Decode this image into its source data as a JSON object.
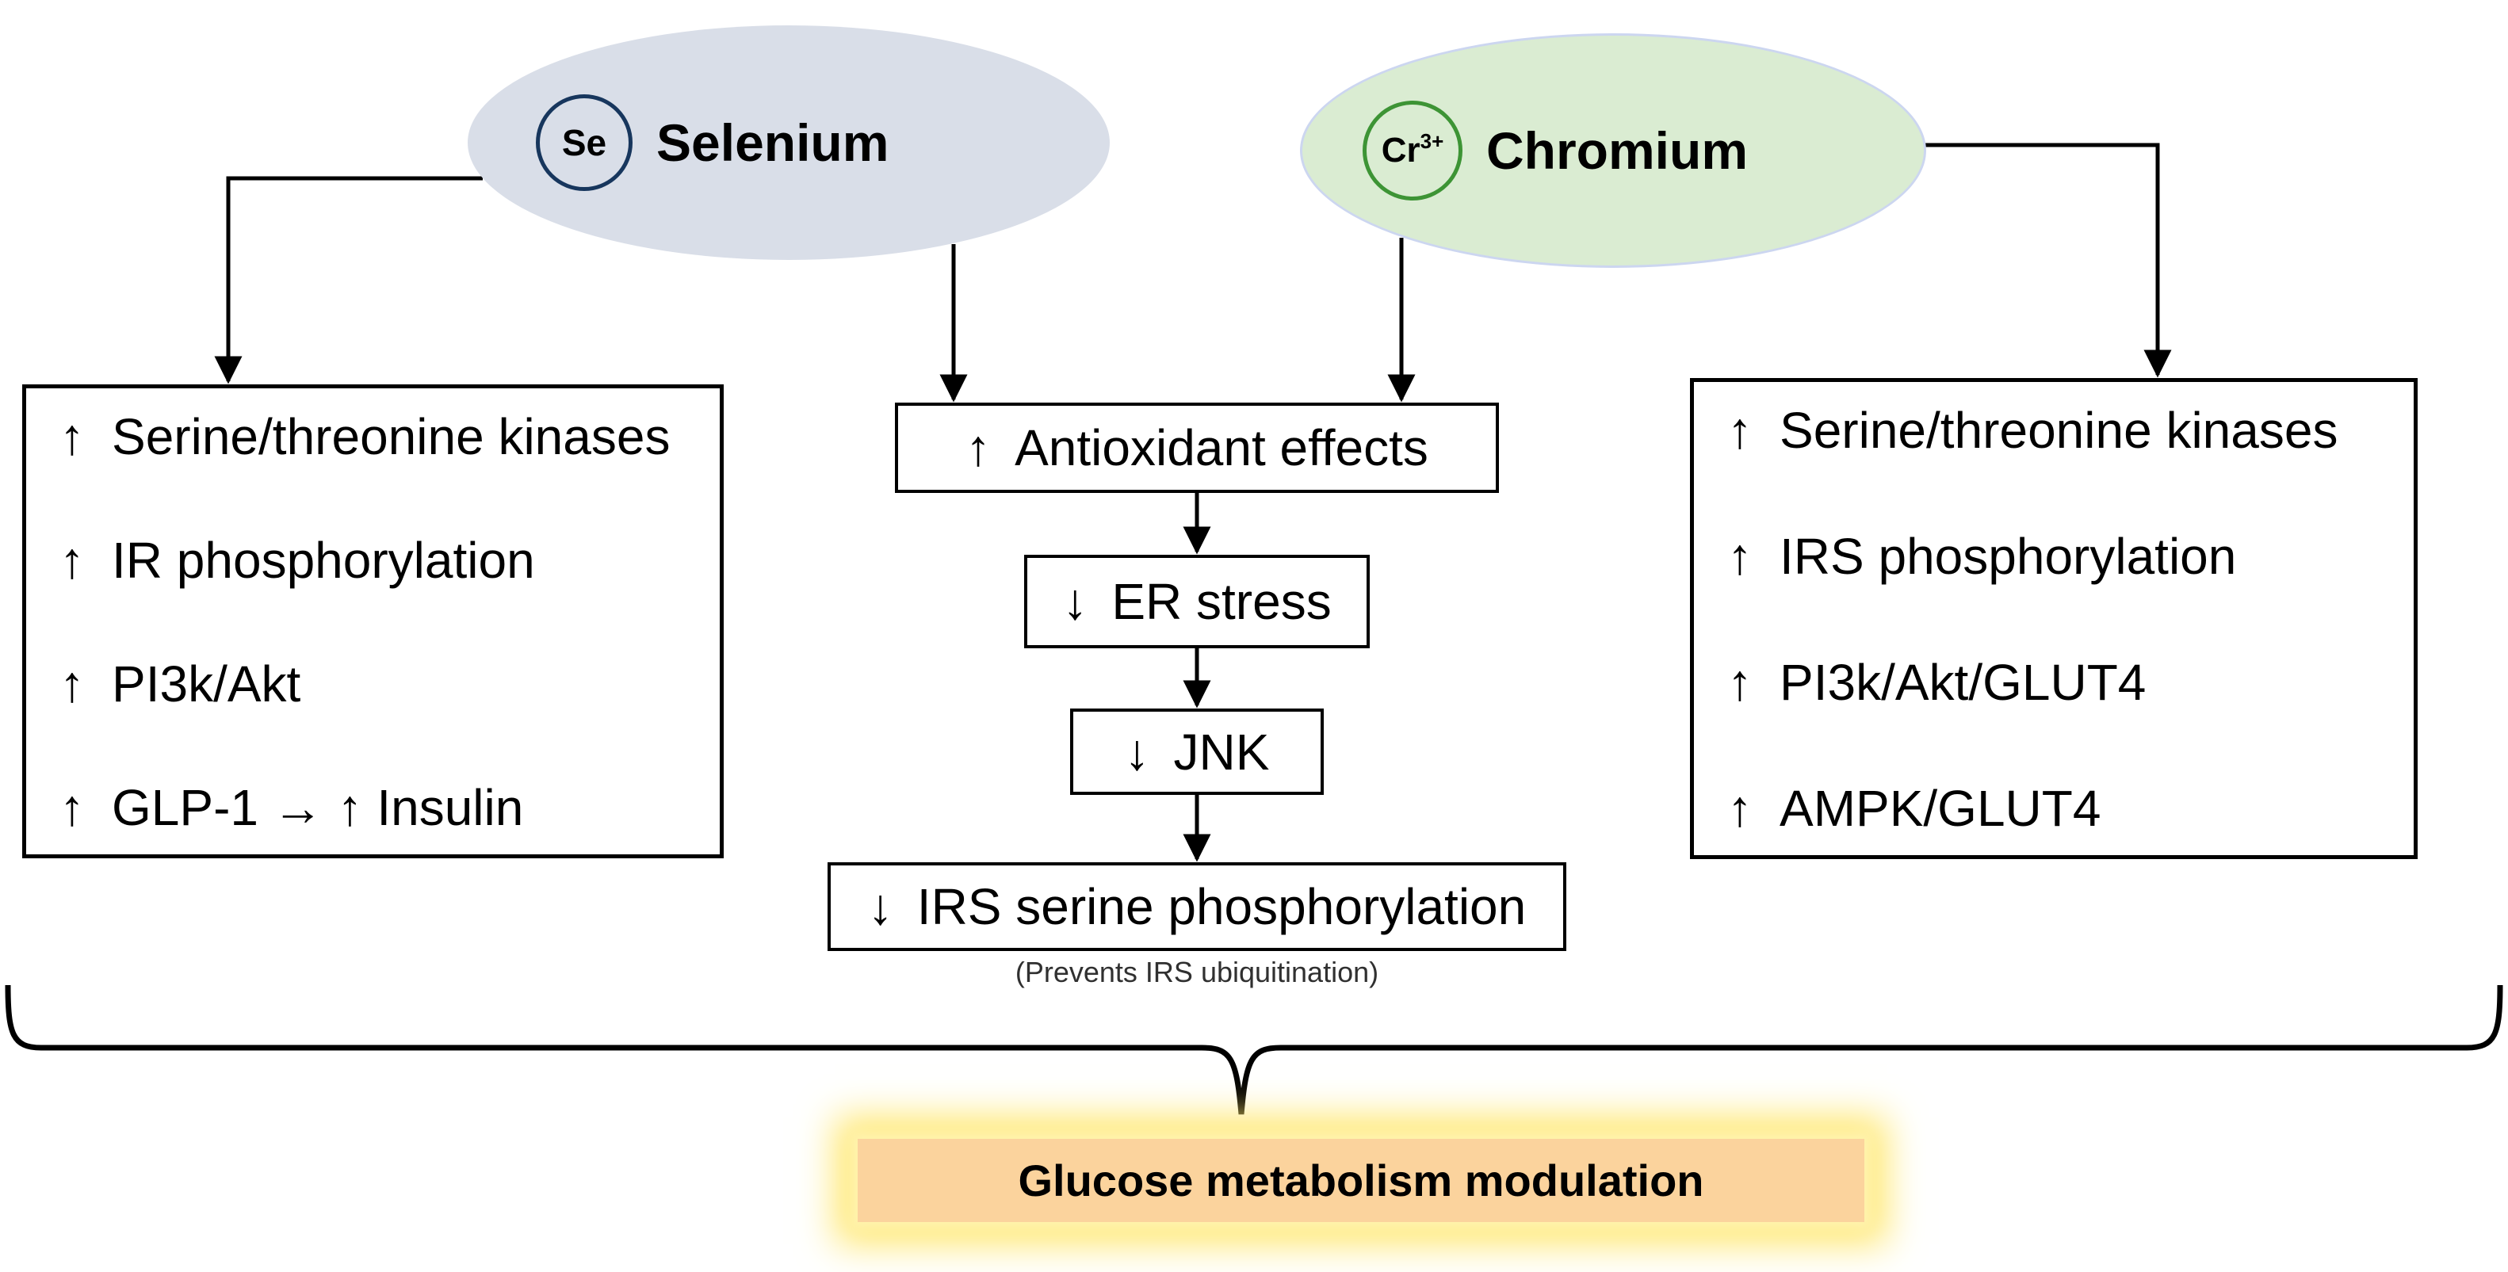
{
  "colors": {
    "background": "#ffffff",
    "selenium_fill": "#d9dee8",
    "selenium_ring": "#17365d",
    "chromium_fill": "#daecd2",
    "chromium_outline": "#ccd6f0",
    "chromium_ring": "#3d9435",
    "box_border": "#000000",
    "connector": "#000000",
    "outcome_fill": "#fbd39d",
    "outcome_glow": "#ffe76e",
    "caption_text": "#303030"
  },
  "selenium": {
    "symbol": "Se",
    "label": "Selenium"
  },
  "chromium": {
    "symbol": "Cr",
    "symbol_sup": "3+",
    "label": "Chromium"
  },
  "left_box": {
    "items": [
      {
        "prefix": "↑",
        "text": "Serine/threonine kinases"
      },
      {
        "prefix": "↑",
        "text": "IR phosphorylation"
      },
      {
        "prefix": "↑",
        "text": "PI3k/Akt"
      },
      {
        "prefix": "↑",
        "text": "GLP-1 → ↑ Insulin"
      }
    ]
  },
  "right_box": {
    "items": [
      {
        "prefix": "↑",
        "text": "Serine/threonine kinases"
      },
      {
        "prefix": "↑",
        "text": "IRS phosphorylation"
      },
      {
        "prefix": "↑",
        "text": "PI3k/Akt/GLUT4"
      },
      {
        "prefix": "↑",
        "text": "AMPK/GLUT4"
      }
    ]
  },
  "cascade": {
    "antioxidant": {
      "prefix": "↑",
      "text": "Antioxidant effects"
    },
    "er_stress": {
      "prefix": "↓",
      "text": "ER stress"
    },
    "jnk": {
      "prefix": "↓",
      "text": "JNK"
    },
    "irs": {
      "prefix": "↓",
      "text": "IRS serine phosphorylation"
    },
    "irs_caption": "(Prevents IRS ubiquitination)"
  },
  "outcome": {
    "label": "Glucose metabolism modulation"
  }
}
